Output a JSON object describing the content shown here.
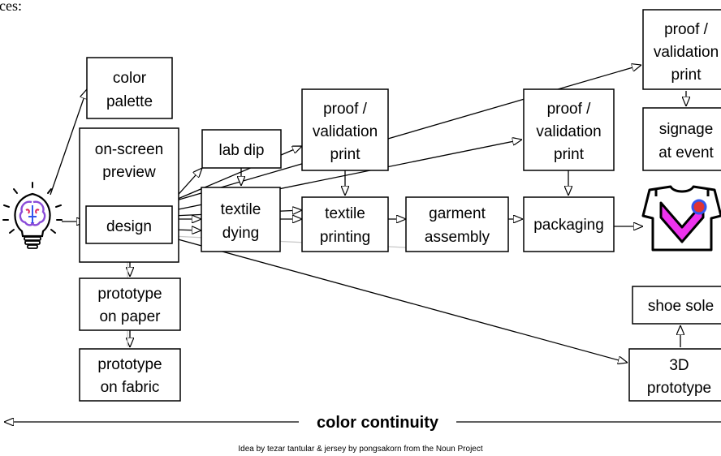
{
  "top_fragment": "ices:",
  "nodes": {
    "color_palette": [
      "color",
      "palette"
    ],
    "on_screen_preview": [
      "on-screen",
      "preview"
    ],
    "design": [
      "design"
    ],
    "lab_dip": [
      "lab dip"
    ],
    "proof_validation_print_1": [
      "proof /",
      "validation",
      "print"
    ],
    "proof_validation_print_2": [
      "proof /",
      "validation",
      "print"
    ],
    "proof_validation_print_3": [
      "proof /",
      "validation",
      "print"
    ],
    "signage_at_event": [
      "signage",
      "at event"
    ],
    "textile_dying": [
      "textile",
      "dying"
    ],
    "textile_printing": [
      "textile",
      "printing"
    ],
    "garment_assembly": [
      "garment",
      "assembly"
    ],
    "packaging": [
      "packaging"
    ],
    "prototype_on_paper": [
      "prototype",
      "on paper"
    ],
    "prototype_on_fabric": [
      "prototype",
      "on fabric"
    ],
    "shoe_sole": [
      "shoe sole"
    ],
    "prototype_3d": [
      "3D",
      "prototype"
    ]
  },
  "continuity_label": "color continuity",
  "credit": "Idea by tezar tantular & jersey by pongsakorn from the Noun Project",
  "icons": {
    "idea": "lightbulb-brain-icon",
    "garment": "jersey-icon"
  },
  "colors": {
    "brain": "#8a4bd8",
    "brain_accent": "#e0245e",
    "jersey_fill": "#ee33ee",
    "jersey_dot": "#e03333",
    "jersey_dot_ring": "#3355ee",
    "grey_edge": "#c8c8c8"
  }
}
